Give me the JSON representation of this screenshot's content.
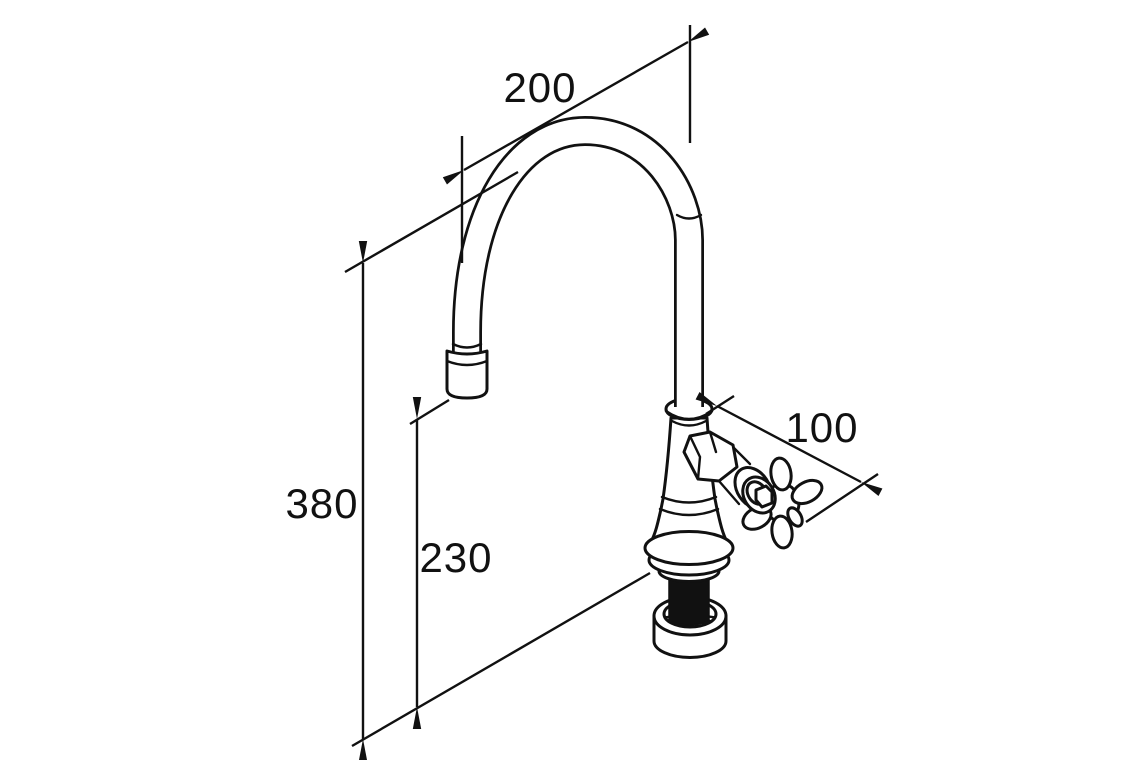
{
  "page": {
    "background_color": "#ffffff",
    "line_color": "#111111"
  },
  "drawing": {
    "subject": "gooseneck-tap-dimension-drawing",
    "dimensions": {
      "spout_reach": {
        "value": "200"
      },
      "overall_height": {
        "value": "380"
      },
      "outlet_height": {
        "value": "230"
      },
      "handle_projection": {
        "value": "100"
      }
    }
  }
}
